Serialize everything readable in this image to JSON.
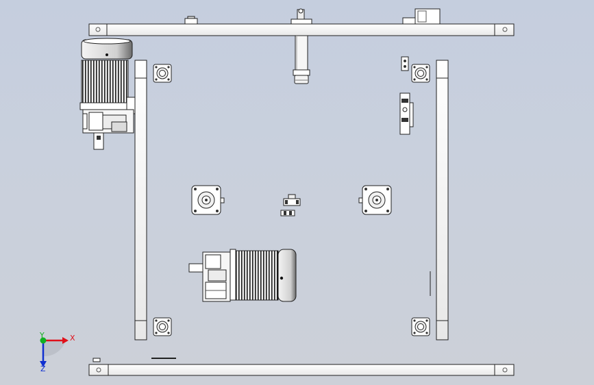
{
  "triad": {
    "x_label": "X",
    "y_label": "Y",
    "z_label": "Z",
    "x_color": "#e0101a",
    "y_color": "#10b020",
    "z_color": "#1030d0"
  },
  "colors": {
    "background_top": "#c5cede",
    "background_bottom": "#ccd0d8",
    "part_fill": "#ffffff",
    "part_stroke": "#202020",
    "shade": "#d8d8d8",
    "dark": "#555555"
  }
}
